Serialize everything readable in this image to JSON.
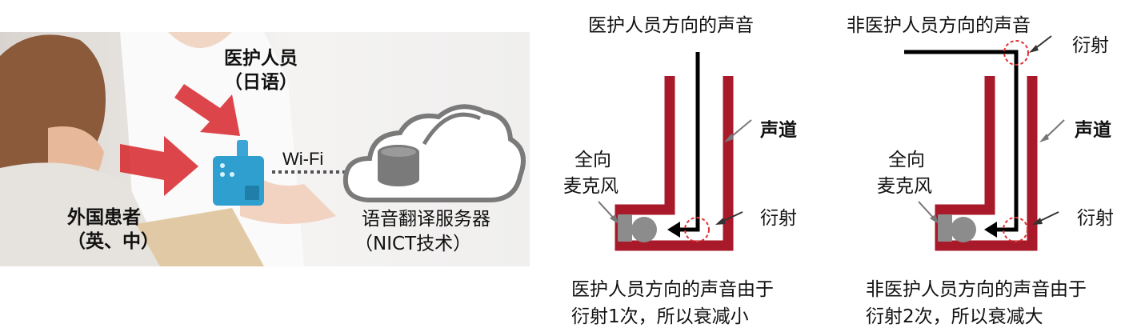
{
  "left_panel": {
    "medical_staff_label": "医护人员",
    "medical_staff_lang": "（日语）",
    "patient_label": "外国患者",
    "patient_lang": "（英、中）",
    "wifi_label": "Wi-Fi",
    "server_label": "语音翻译服务器",
    "server_tech": "（NICT技术）"
  },
  "diagram_1": {
    "title": "医护人员方向的声音",
    "channel_label": "声道",
    "mic_label_line1": "全向",
    "mic_label_line2": "麦克风",
    "diffraction_label": "衍射",
    "caption_line1": "医护人员方向的声音由于",
    "caption_line2": "衍射1次，所以衰减小"
  },
  "diagram_2": {
    "title": "非医护人员方向的声音",
    "top_diffraction_label": "衍射",
    "channel_label": "声道",
    "mic_label_line1": "全向",
    "mic_label_line2": "麦克风",
    "diffraction_label": "衍射",
    "caption_line1": "非医护人员方向的声音由于",
    "caption_line2": "衍射2次，所以衰减大"
  },
  "colors": {
    "channel_red": "#a8192a",
    "arrow_red": "#d6262a",
    "diffraction_circle": "#e03030",
    "device_blue": "#2f9fcf",
    "cloud_gray": "#7a7a7a"
  }
}
